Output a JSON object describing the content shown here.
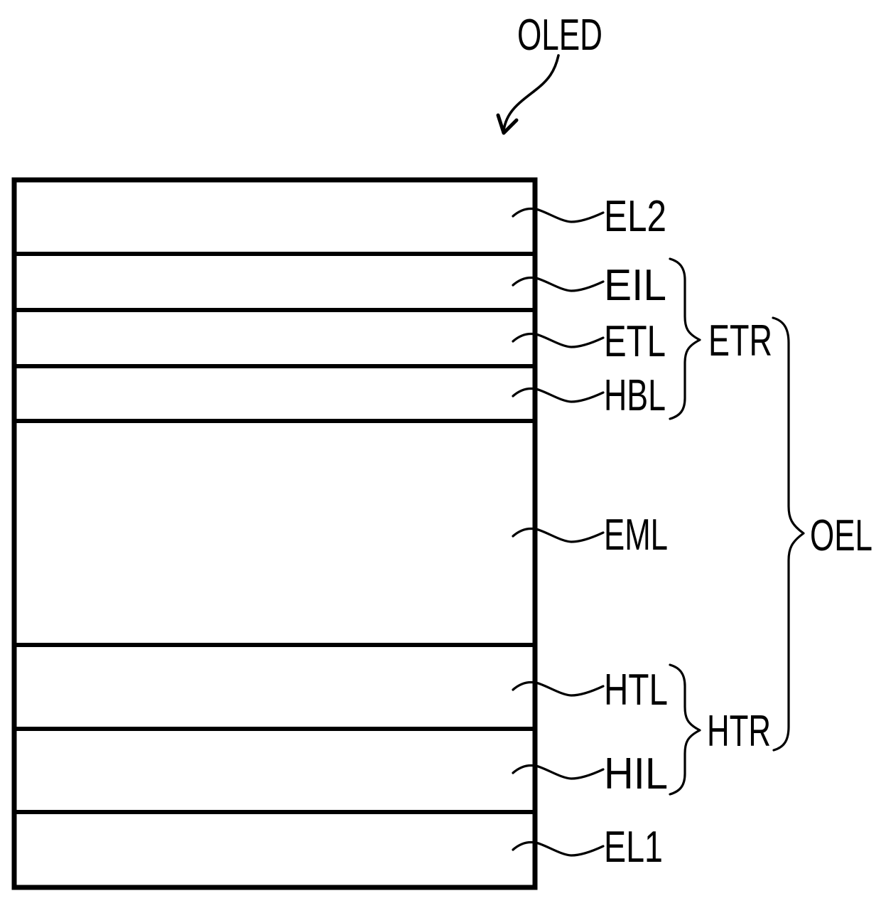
{
  "figure": {
    "title": "OLED",
    "colors": {
      "ink": "#000000",
      "background": "#ffffff"
    },
    "layers": [
      {
        "label": "EL2"
      },
      {
        "label": "EIL"
      },
      {
        "label": "ETL"
      },
      {
        "label": "HBL"
      },
      {
        "label": "EML"
      },
      {
        "label": "HTL"
      },
      {
        "label": "HIL"
      },
      {
        "label": "EL1"
      }
    ],
    "groups": [
      {
        "label": "ETR",
        "members": [
          "EIL",
          "ETL",
          "HBL"
        ]
      },
      {
        "label": "HTR",
        "members": [
          "HTL",
          "HIL"
        ]
      },
      {
        "label": "OEL",
        "members": [
          "ETR",
          "EML",
          "HTR"
        ]
      }
    ]
  }
}
